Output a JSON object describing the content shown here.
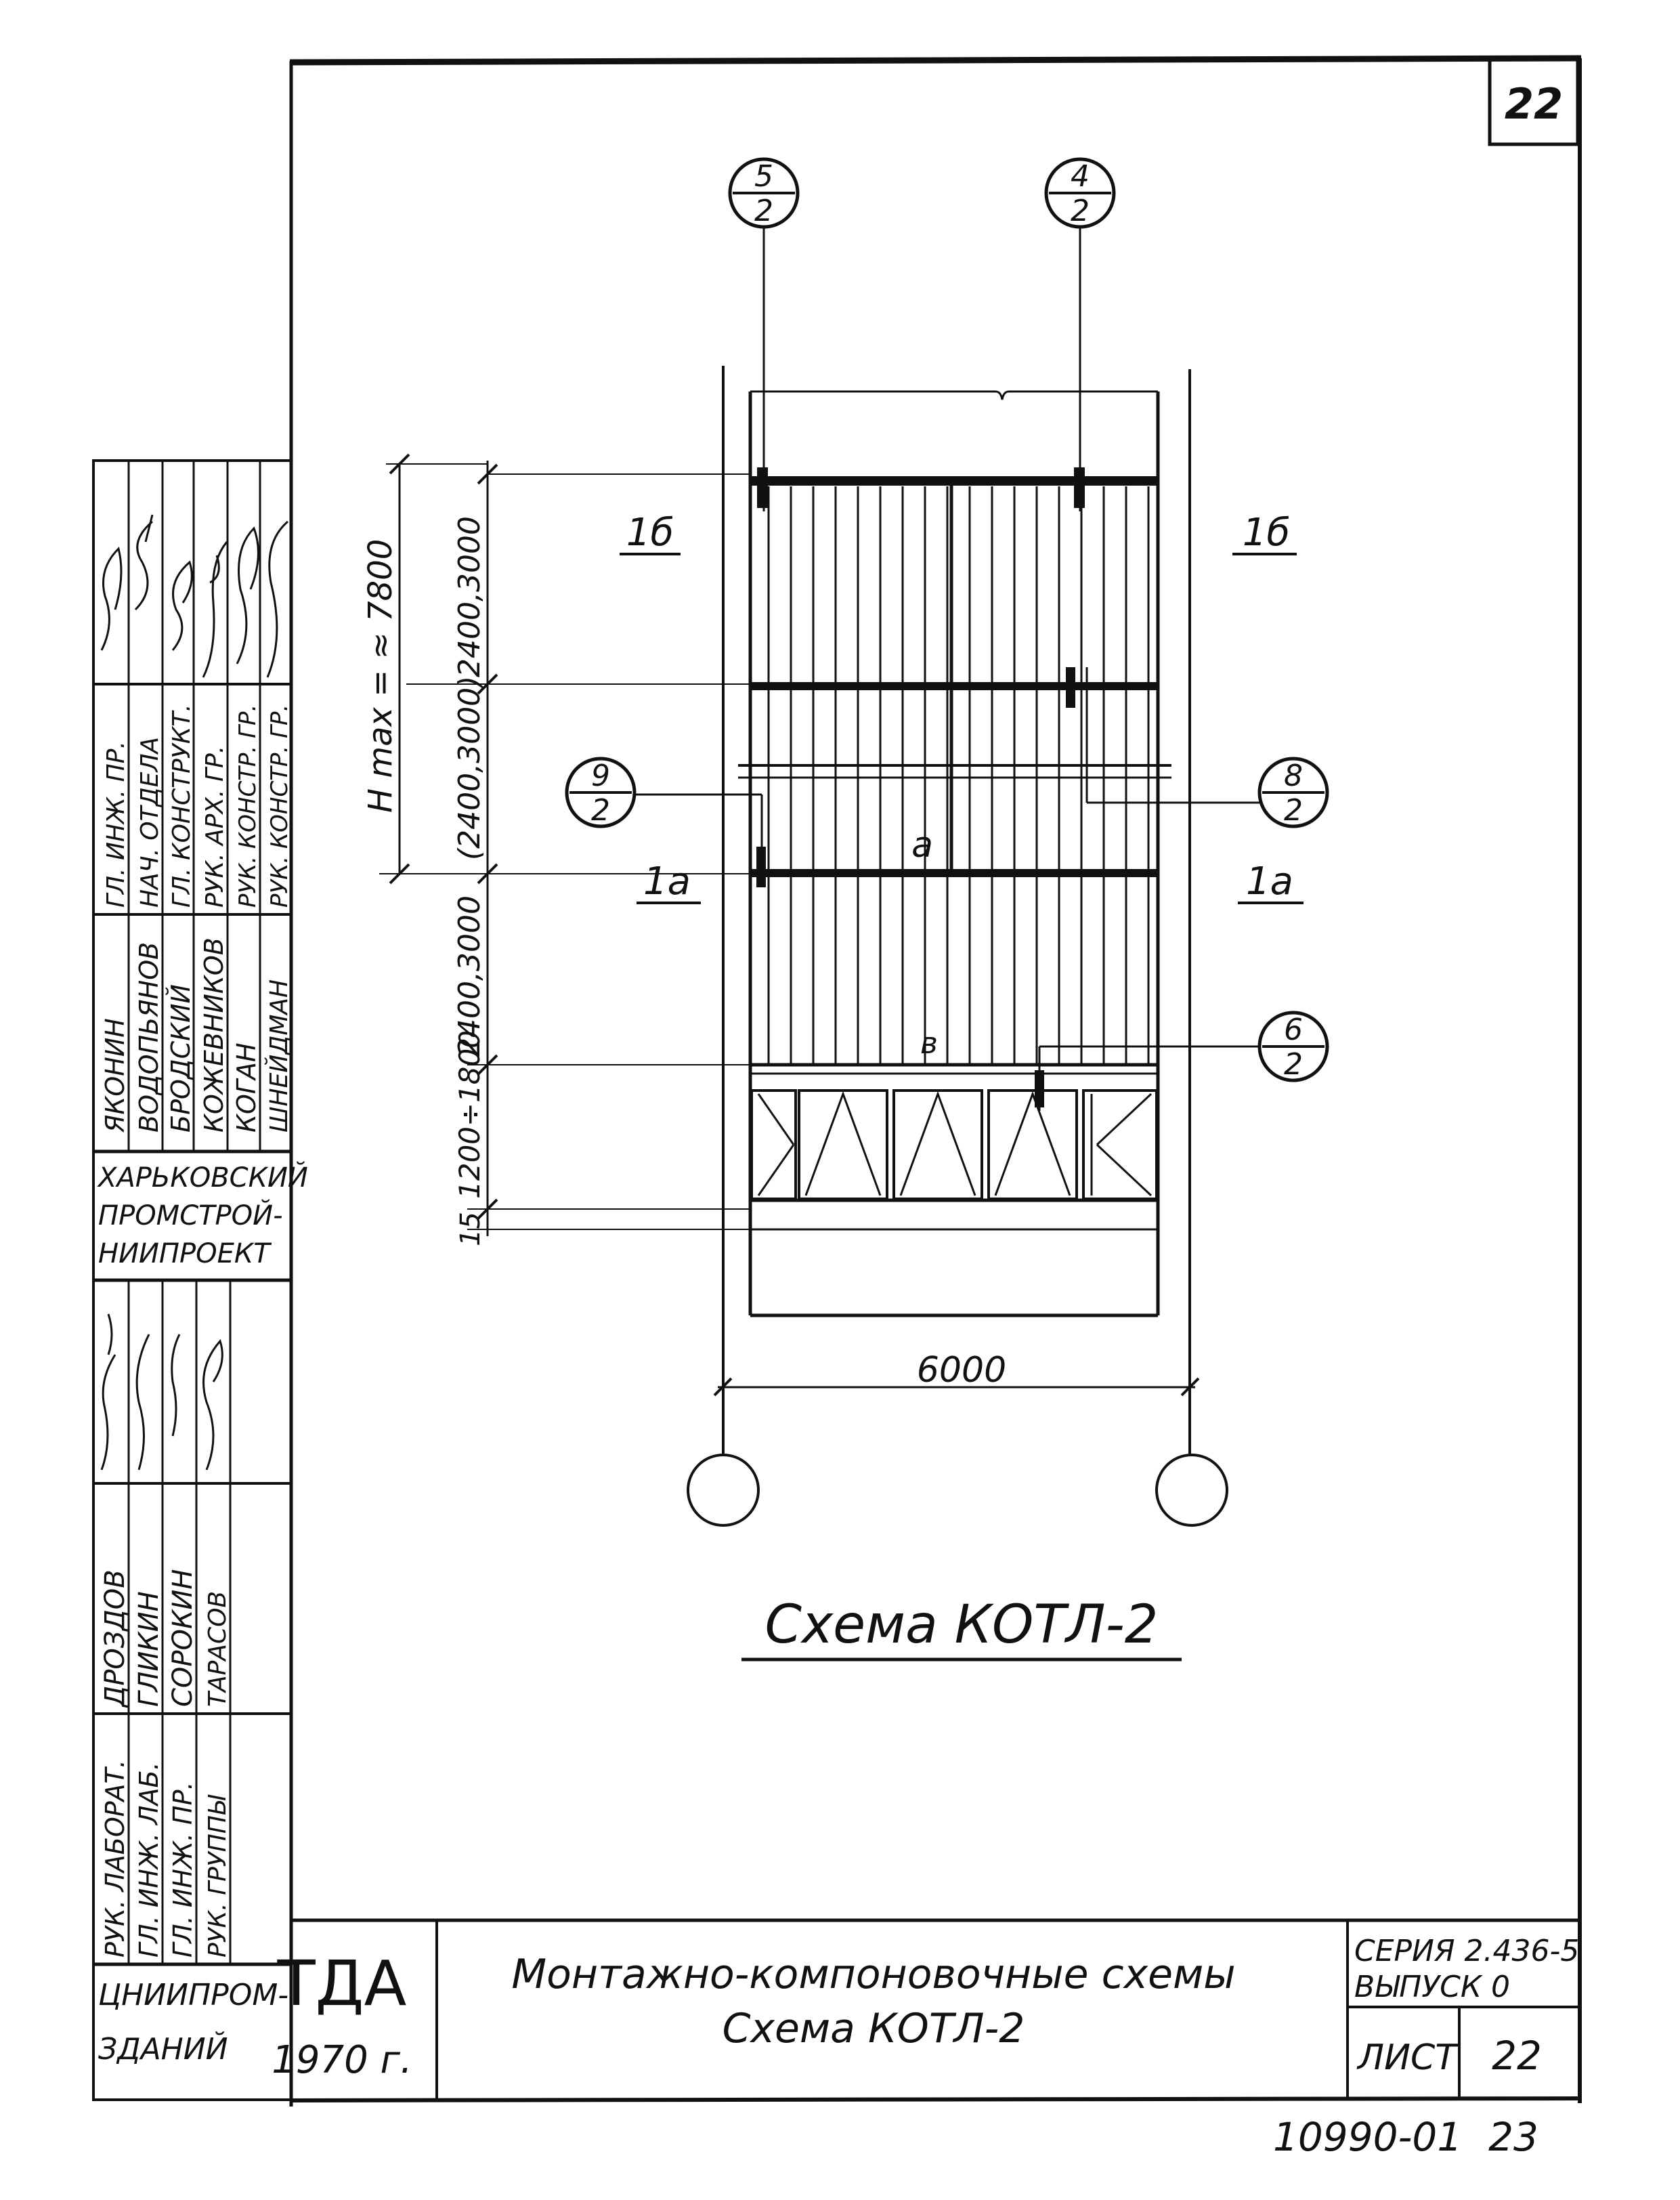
{
  "sheet_number_corner": "22",
  "drawing": {
    "title": "Схема КОТЛ-2",
    "span_dimension": "6000",
    "height_dimension": "H max = ≈ 7800",
    "vertical_dimensions": [
      "2400,3000",
      "(2400,3000)",
      "2400,3000",
      "1200÷1800",
      "15"
    ],
    "zone_labels": [
      "1б",
      "1б",
      "1а",
      "1а"
    ],
    "panel_letters": [
      "а",
      "в"
    ],
    "callouts": [
      {
        "top": "5",
        "bottom": "2"
      },
      {
        "top": "4",
        "bottom": "2"
      },
      {
        "top": "9",
        "bottom": "2"
      },
      {
        "top": "8",
        "bottom": "2"
      },
      {
        "top": "6",
        "bottom": "2"
      }
    ]
  },
  "stamp": {
    "org_name": "ТДА",
    "year": "1970 г.",
    "title_line1": "Монтажно-компоновочные схемы",
    "title_line2": "Схема КОТЛ-2",
    "series": "СЕРИЯ 2.436-5",
    "issue": "ВЫПУСК 0",
    "sheet_label": "ЛИСТ",
    "sheet_value": "22",
    "bottom_number": "10990-01",
    "bottom_page": "23"
  },
  "side_block": {
    "upper_roles": [
      "ГЛ. ИНЖ. ПР.",
      "НАЧ. ОТДЕЛА",
      "ГЛ. КОНСТРУКТ.",
      "РУК. АРХ. ГР.",
      "РУК. КОНСТР. ГР.",
      "РУК. КОНСТР. ГР."
    ],
    "upper_names": [
      "ЯКОНИН",
      "ВОДОПЬЯНОВ",
      "БРОДСКИЙ",
      "КОЖЕВНИКОВ",
      "КОГАН",
      "ШНЕЙДМАН"
    ],
    "upper_org": [
      "ХАРЬКОВСКИЙ",
      "ПРОМСТРОЙ-",
      "НИИПРОЕКТ"
    ],
    "lower_roles": [
      "РУК. ЛАБОРАТ.",
      "ГЛ. ИНЖ. ЛАБ.",
      "ГЛ. ИНЖ. ПР.",
      "РУК. ГРУППЫ"
    ],
    "lower_names": [
      "ДРОЗДОВ",
      "ГЛИКИН",
      "СОРОКИН",
      "ТАРАСОВ"
    ],
    "lower_org": [
      "ЦНИИПРОМ-",
      "ЗДАНИЙ"
    ]
  }
}
